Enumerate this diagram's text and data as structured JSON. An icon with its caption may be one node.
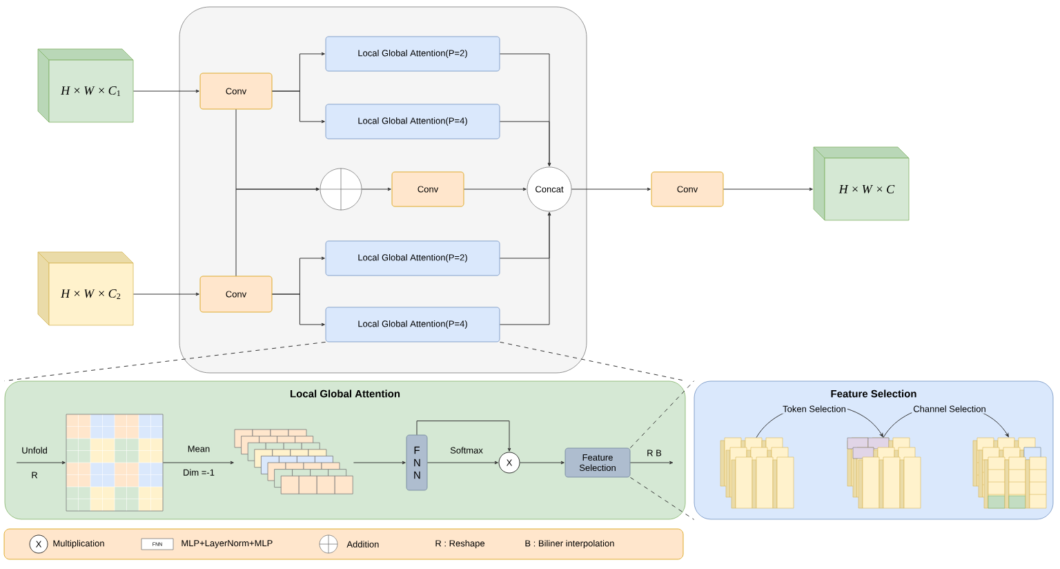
{
  "diagram": {
    "nodes": [
      {
        "text": [],
        "shape": "box"
      },
      {
        "text": [
          "*H* × *W* × *C*$_{1}$"
        ]
      },
      {
        "text": [
          "Conv"
        ],
        "in": 0
      },
      {
        "text": [
          "Local Global Attention(P=2)"
        ],
        "in": 0
      },
      {
        "text": [
          "Local Global Attention(P=4)"
        ],
        "in": 0
      },
      {
        "text": [],
        "shape": "circle",
        "in": 0
      },
      {
        "text": [
          "Conv"
        ],
        "in": 0
      },
      {
        "text": [
          "Concat"
        ],
        "in": 0
      },
      {
        "text": [
          "Local Global Attention(P=2)"
        ],
        "in": 0
      },
      {
        "text": [
          "Conv"
        ],
        "in": 0
      },
      {
        "text": [
          "Local Global Attention(P=4)"
        ],
        "in": 0
      },
      {
        "text": [
          "*H* × *W* × *C*$_{2}$"
        ]
      },
      {
        "text": [
          "Conv"
        ]
      },
      {
        "text": [
          "*H* × *W* × *C*"
        ]
      },
      {
        "text": [
          "Local Global Attention"
        ]
      },
      {
        "text": [],
        "shape": "grid",
        "in": 14
      },
      {
        "text": [],
        "shape": "stack",
        "in": 14
      },
      {
        "text": [
          "F N N"
        ],
        "in": 14
      },
      {
        "text": [
          "X"
        ],
        "in": 14
      },
      {
        "text": [
          "Feature Selection"
        ],
        "in": 14
      },
      {
        "text": [
          "Feature Selection"
        ]
      },
      {
        "text": [],
        "shape": "blocks",
        "in": 20
      },
      {
        "text": [],
        "shape": "blocks",
        "in": 20
      },
      {
        "text": [],
        "shape": "blocks",
        "in": 20
      }
    ],
    "edges": [
      {
        "from": 1,
        "to": 2,
        "arrow": "to"
      },
      {
        "from": 11,
        "to": 9,
        "arrow": "to"
      },
      {
        "from": 2,
        "to": 3,
        "arrow": "to"
      },
      {
        "from": 2,
        "to": 4,
        "arrow": "to"
      },
      {
        "from": 2,
        "to": 5,
        "arrow": "to"
      },
      {
        "from": 9,
        "to": 5,
        "arrow": "to"
      },
      {
        "from": 9,
        "to": 8,
        "arrow": "to"
      },
      {
        "from": 9,
        "to": 10,
        "arrow": "to"
      },
      {
        "from": 5,
        "to": 6,
        "arrow": "to"
      },
      {
        "from": 6,
        "to": 7,
        "arrow": "to"
      },
      {
        "from": 3,
        "to": 7,
        "arrow": "to"
      },
      {
        "from": 4,
        "to": 7,
        "arrow": "to"
      },
      {
        "from": 8,
        "to": 7,
        "arrow": "to"
      },
      {
        "from": 10,
        "to": 7,
        "arrow": "to"
      },
      {
        "from": 7,
        "to": 12,
        "arrow": "to"
      },
      {
        "from": 12,
        "to": 13,
        "arrow": "to"
      },
      {
        "from": 10,
        "to": 14,
        "arrow": "none",
        "style": "dashed"
      },
      {
        "from": 10,
        "to": 14,
        "arrow": "none",
        "style": "dashed"
      },
      {
        "from": null,
        "to": 15,
        "arrow": "to",
        "label": "Unfold"
      },
      {
        "from": 15,
        "to": 16,
        "arrow": "to",
        "label": "Mean"
      },
      {
        "from": 16,
        "to": 17,
        "arrow": "to"
      },
      {
        "from": 17,
        "to": 18,
        "arrow": "to",
        "label": "Softmax"
      },
      {
        "from": 17,
        "to": 18,
        "arrow": "to"
      },
      {
        "from": 18,
        "to": 19,
        "arrow": "to"
      },
      {
        "from": 19,
        "to": null,
        "arrow": "to",
        "label": "R B"
      },
      {
        "from": 19,
        "to": 20,
        "arrow": "none",
        "style": "dashed"
      },
      {
        "from": 19,
        "to": 20,
        "arrow": "none",
        "style": "dashed"
      },
      {
        "from": 21,
        "to": 22,
        "arrow": "to",
        "label": "Token Selection"
      },
      {
        "from": 22,
        "to": 23,
        "arrow": "to",
        "label": "Channel Selection"
      }
    ],
    "labels": [
      "R",
      "Dim =-1",
      "X",
      "FNN",
      "R : Reshape",
      "B : Biliner interpolation"
    ],
    "legend": [
      {
        "text": "Multiplication"
      },
      {
        "text": "MLP+LayerNorm+MLP"
      },
      {
        "text": "Addition"
      }
    ]
  }
}
